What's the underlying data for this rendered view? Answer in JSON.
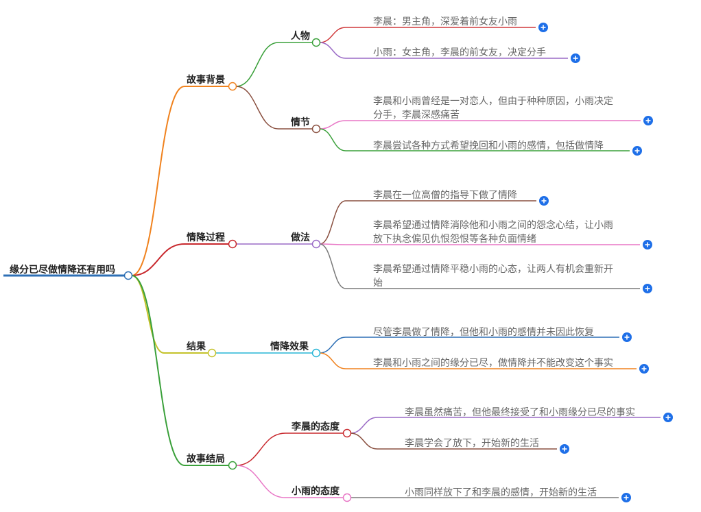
{
  "root": {
    "label": "缘分已尽做情降还有用吗",
    "color": "#2d6fb5"
  },
  "branches": [
    {
      "label": "故事背景",
      "color": "#f0821e",
      "children": [
        {
          "label": "人物",
          "color": "#3aa03a",
          "leaves": [
            {
              "lines": [
                "李晨：男主角，深爱着前女友小雨"
              ],
              "color": "#d0393b"
            },
            {
              "lines": [
                "小雨：女主角，李晨的前女友，决定分手"
              ],
              "color": "#9a6ac6"
            }
          ]
        },
        {
          "label": "情节",
          "color": "#8a5040",
          "leaves": [
            {
              "lines": [
                "李晨和小雨曾经是一对恋人，但由于种种原因，小雨决定",
                "分手，李晨深感痛苦"
              ],
              "color": "#e877c6"
            },
            {
              "lines": [
                "李晨尝试各种方式希望挽回和小雨的感情，包括做情降"
              ],
              "color": "#3aa03a"
            }
          ]
        }
      ]
    },
    {
      "label": "情降过程",
      "color": "#c8282d",
      "children": [
        {
          "label": "做法",
          "color": "#9a6ac6",
          "leaves": [
            {
              "lines": [
                "李晨在一位高僧的指导下做了情降"
              ],
              "color": "#8a5040"
            },
            {
              "lines": [
                "李晨希望通过情降消除他和小雨之间的怨念心结，让小雨",
                "放下执念偏见仇恨怨恨等各种负面情绪"
              ],
              "color": "#e877c6"
            },
            {
              "lines": [
                "李晨希望通过情降平稳小雨的心态，让两人有机会重新开",
                "始"
              ],
              "color": "#7a7a7a"
            }
          ]
        }
      ]
    },
    {
      "label": "结果",
      "color": "#c4c22a",
      "children": [
        {
          "label": "情降效果",
          "color": "#27b5d6",
          "leaves": [
            {
              "lines": [
                "尽管李晨做了情降，但他和小雨的感情并未因此恢复"
              ],
              "color": "#2d6fb5"
            },
            {
              "lines": [
                "李晨和小雨之间的缘分已尽，做情降并不能改变这个事实"
              ],
              "color": "#f0821e"
            }
          ]
        }
      ]
    },
    {
      "label": "故事结局",
      "color": "#3aa03a",
      "children": [
        {
          "label": "李晨的态度",
          "color": "#c8282d",
          "leaves": [
            {
              "lines": [
                "李晨虽然痛苦，但他最终接受了和小雨缘分已尽的事实"
              ],
              "color": "#9a6ac6"
            },
            {
              "lines": [
                "李晨学会了放下，开始新的生活"
              ],
              "color": "#8a5040"
            }
          ]
        },
        {
          "label": "小雨的态度",
          "color": "#e877c6",
          "leaves": [
            {
              "lines": [
                "小雨同样放下了和李晨的感情，开始新的生活"
              ],
              "color": "#7a7a7a"
            }
          ]
        }
      ]
    }
  ],
  "expand_icon": {
    "name": "plus-icon",
    "color": "#1e6fe8"
  }
}
